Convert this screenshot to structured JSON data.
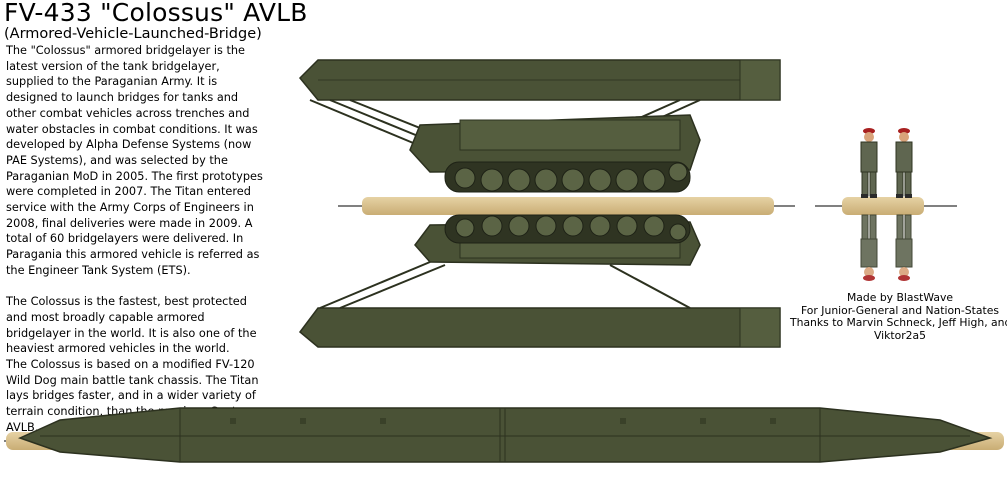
{
  "title": "FV-433 \"Colossus\" AVLB",
  "subtitle": "(Armored-Vehicle-Launched-Bridge)",
  "description": {
    "paragraph1": "The \"Colossus\" armored bridgelayer is the latest version of the tank bridgelayer, supplied to the Paraganian Army. It is designed to launch bridges for tanks and other combat vehicles across trenches and water obstacles in combat conditions. It was developed by Alpha Defense Systems (now PAE Systems), and was selected by the Paraganian MoD in 2005. The first prototypes were completed in 2007. The Titan entered service with the  Army Corps of Engineers in 2008, final deliveries were made in 2009. A total of 60 bridgelayers were delivered. In Paragania this armored vehicle is referred as the Engineer Tank System (ETS).",
    "paragraph2": "The Colossus is the fastest, best protected and most broadly capable armored bridgelayer in the world. It is also one of the heaviest armored vehicles in the world.",
    "paragraph3": "The Colossus is based on a modified FV-120 Wild Dog main battle tank chassis. The Titan lays bridges faster, and in a wider variety of terrain condition, than the previous Centaur AVLB."
  },
  "credits": {
    "made_by": "Made by BlastWave",
    "for": "For Junior-General and Nation-States",
    "thanks_line1": "Thanks to Marvin Schneck, Jeff High, and",
    "thanks_line2": "Viktor2a5"
  },
  "colors": {
    "hull": "#4a5236",
    "hull_light": "#5d6845",
    "hull_dark": "#353b26",
    "ground": "#d8bf8c",
    "ground_dark": "#b89c63",
    "beret": "#a82020",
    "uniform": "#5f6650"
  }
}
